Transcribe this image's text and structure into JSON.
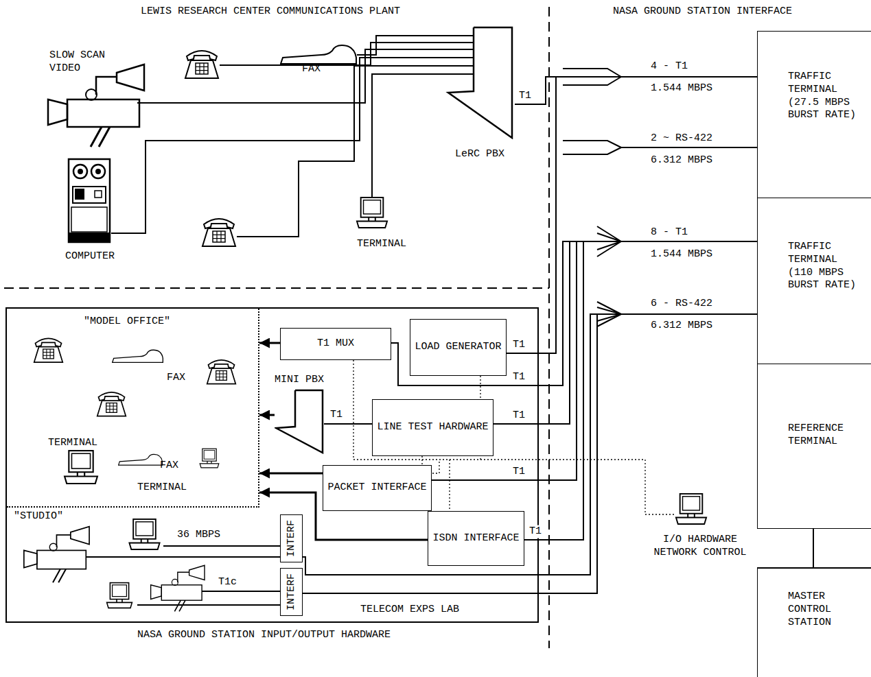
{
  "diagram": {
    "nodes": [
      {
        "text": [
          "LeRC PBX"
        ]
      },
      {
        "text": [
          "TRAFFIC TERMINAL (27.5 MBPS BURST RATE)"
        ]
      },
      {
        "text": [
          "TRAFFIC TERMINAL (110 MBPS BURST RATE)"
        ]
      },
      {
        "text": [
          "TELECOM EXPS LAB"
        ]
      },
      {
        "text": [
          "\"MODEL OFFICE\""
        ],
        "in": 3
      },
      {
        "text": [
          "T1 MUX"
        ],
        "in": 3
      },
      {
        "text": [
          "LOAD GENERATOR"
        ],
        "in": 3
      },
      {
        "text": [
          "MINI PBX"
        ],
        "in": 3
      },
      {
        "text": [
          "LINE TEST HARDWARE"
        ],
        "in": 3
      },
      {
        "text": [
          "PACKET INTERFACE"
        ],
        "in": 3
      },
      {
        "text": [
          "ISDN INTERFACE"
        ],
        "in": 3
      },
      {
        "text": [
          "\"STUDIO\""
        ],
        "in": 3
      },
      {
        "text": [
          "INTERF"
        ],
        "in": 3
      },
      {
        "text": [
          "INTERF"
        ],
        "in": 3
      },
      {
        "text": [
          "REFERENCE TERMINAL"
        ]
      },
      {
        "text": [
          "MASTER CONTROL STATION"
        ]
      }
    ],
    "edges": [
      {
        "from": 0,
        "to": 1,
        "label": "T1",
        "arrow": "none"
      },
      {
        "from": 6,
        "to": 1,
        "label": "T1",
        "arrow": "none"
      },
      {
        "from": 5,
        "to": 2,
        "label": "T1",
        "arrow": "none"
      },
      {
        "from": 8,
        "to": 2,
        "label": "T1",
        "arrow": "none"
      },
      {
        "from": 9,
        "to": 2,
        "label": "T1",
        "arrow": "none"
      },
      {
        "from": 10,
        "to": 2,
        "label": "T1",
        "arrow": "none"
      },
      {
        "from": 12,
        "to": 2,
        "arrow": "none"
      },
      {
        "from": 13,
        "to": 2,
        "arrow": "none"
      },
      {
        "from": 8,
        "to": 7,
        "label": "T1",
        "arrow": "none"
      },
      {
        "from": 5,
        "to": 4,
        "arrow": "to"
      },
      {
        "from": 7,
        "to": 4,
        "arrow": "to"
      },
      {
        "from": 9,
        "to": 4,
        "arrow": "to"
      },
      {
        "from": 10,
        "to": 4,
        "arrow": "to"
      }
    ],
    "labels": [
      "LEWIS RESEARCH CENTER COMMUNICATIONS PLANT",
      "NASA GROUND STATION INTERFACE",
      "SLOW SCAN VIDEO",
      "FAX",
      "COMPUTER",
      "TERMINAL",
      "4 - T1",
      "1.544 MBPS",
      "2 ~ RS-422",
      "6.312 MBPS",
      "8 - T1",
      "1.544 MBPS",
      "6 - RS-422",
      "6.312 MBPS",
      "FAX",
      "TERMINAL",
      "FAX",
      "TERMINAL",
      "36 MBPS",
      "T1c",
      "I/O HARDWARE NETWORK CONTROL",
      "NASA GROUND STATION INPUT/OUTPUT HARDWARE"
    ]
  }
}
